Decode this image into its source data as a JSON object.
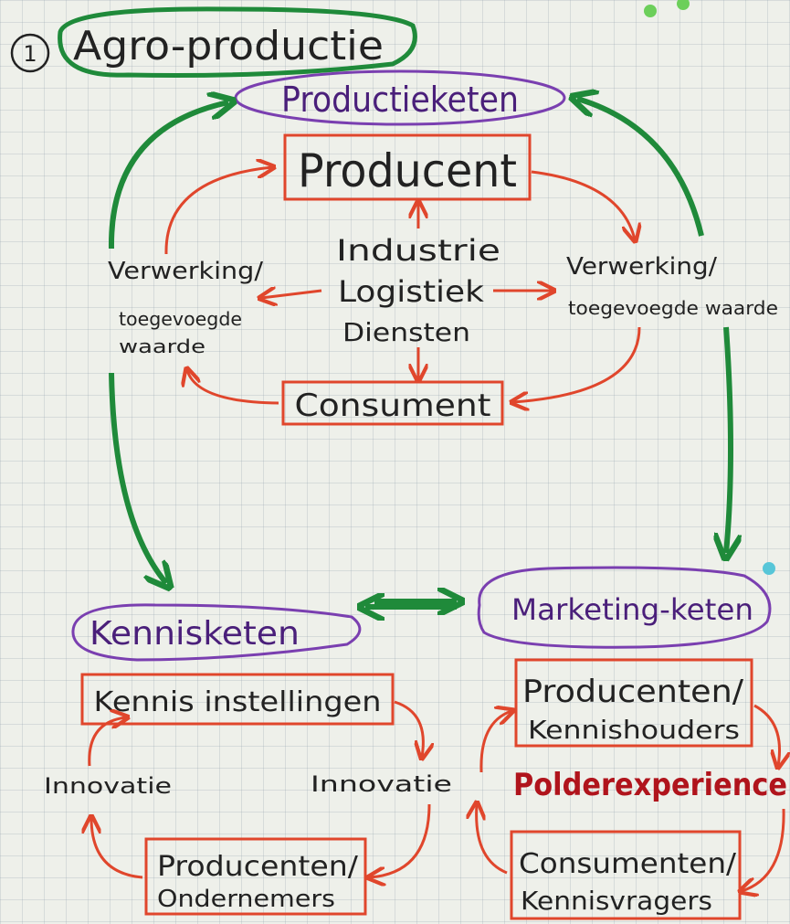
{
  "title_number": "1",
  "title": "Agro-productie",
  "production_chain": {
    "title": "Productieketen",
    "producer": "Producent",
    "center_lines": [
      "Industrie",
      "Logistiek",
      "Diensten"
    ],
    "left_processing": [
      "Verwerking/",
      "toegevoegde",
      "waarde"
    ],
    "right_processing": [
      "Verwerking/",
      "toegevoegde waarde"
    ],
    "consumer": "Consument"
  },
  "knowledge_chain": {
    "title": "Kennisketen",
    "institutions": "Kennis instellingen",
    "innovation_left": "Innovatie",
    "innovation_right": "Innovatie",
    "producers": [
      "Producenten/",
      "Ondernemers"
    ]
  },
  "marketing_chain": {
    "title": "Marketing-keten",
    "producers": [
      "Producenten/",
      "Kennishouders"
    ],
    "highlight": "Polderexperience",
    "consumers": [
      "Consumenten/",
      "Kennisvragers"
    ]
  },
  "colors": {
    "green": "#1f8a3a",
    "red": "#e0462c",
    "purple": "#7a3fb0",
    "ink": "#222222",
    "dark_red": "#b0141c"
  }
}
